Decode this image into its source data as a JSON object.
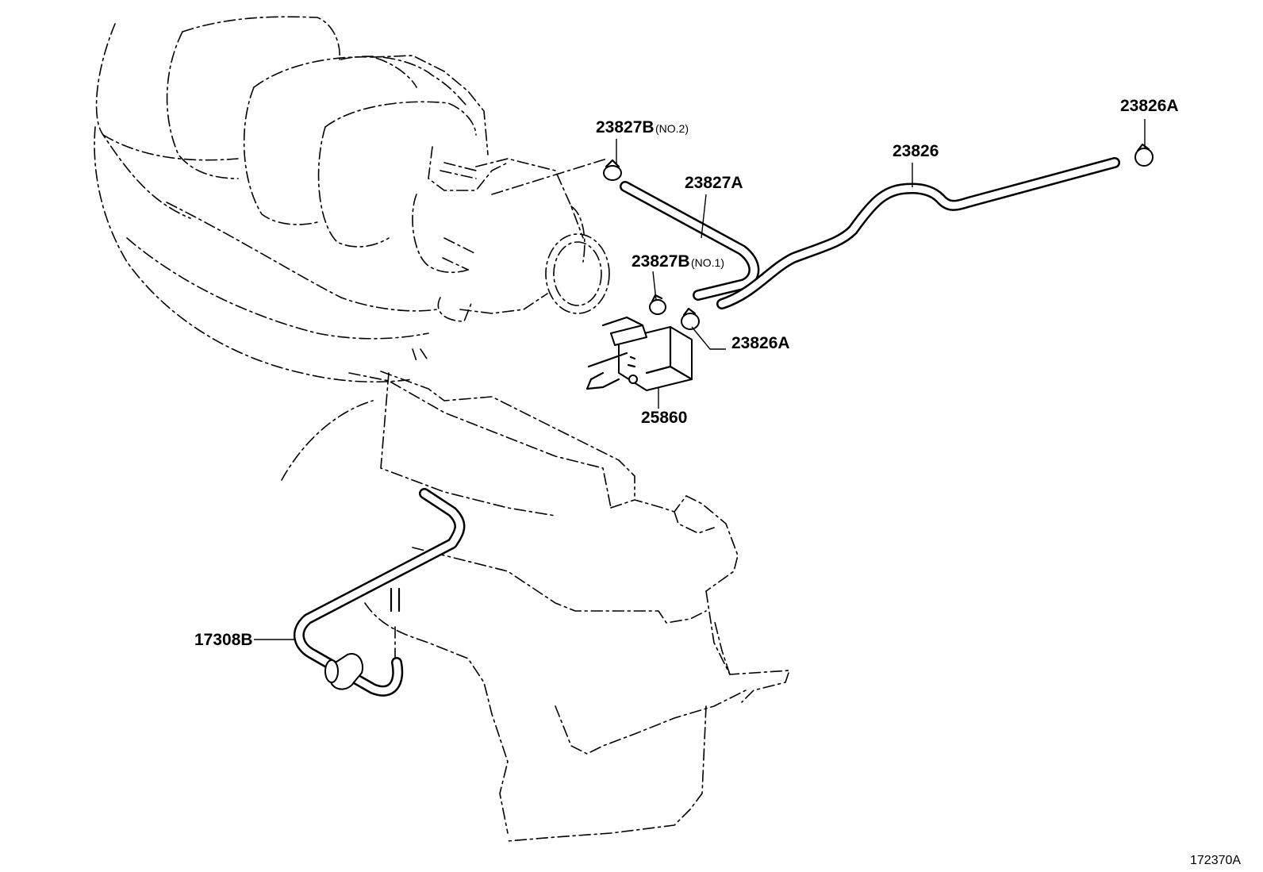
{
  "labels": {
    "hose_a": "23827A",
    "clip_b_no2": "23827B",
    "clip_b_no2_note": "(NO.2)",
    "clip_b_no1": "23827B",
    "clip_b_no1_note": "(NO.1)",
    "hose_main": "23826",
    "clip_a_top": "23826A",
    "clip_a_mid": "23826A",
    "vsv": "25860",
    "vacuum_hose": "17308B"
  },
  "figure_ref": "172370A"
}
